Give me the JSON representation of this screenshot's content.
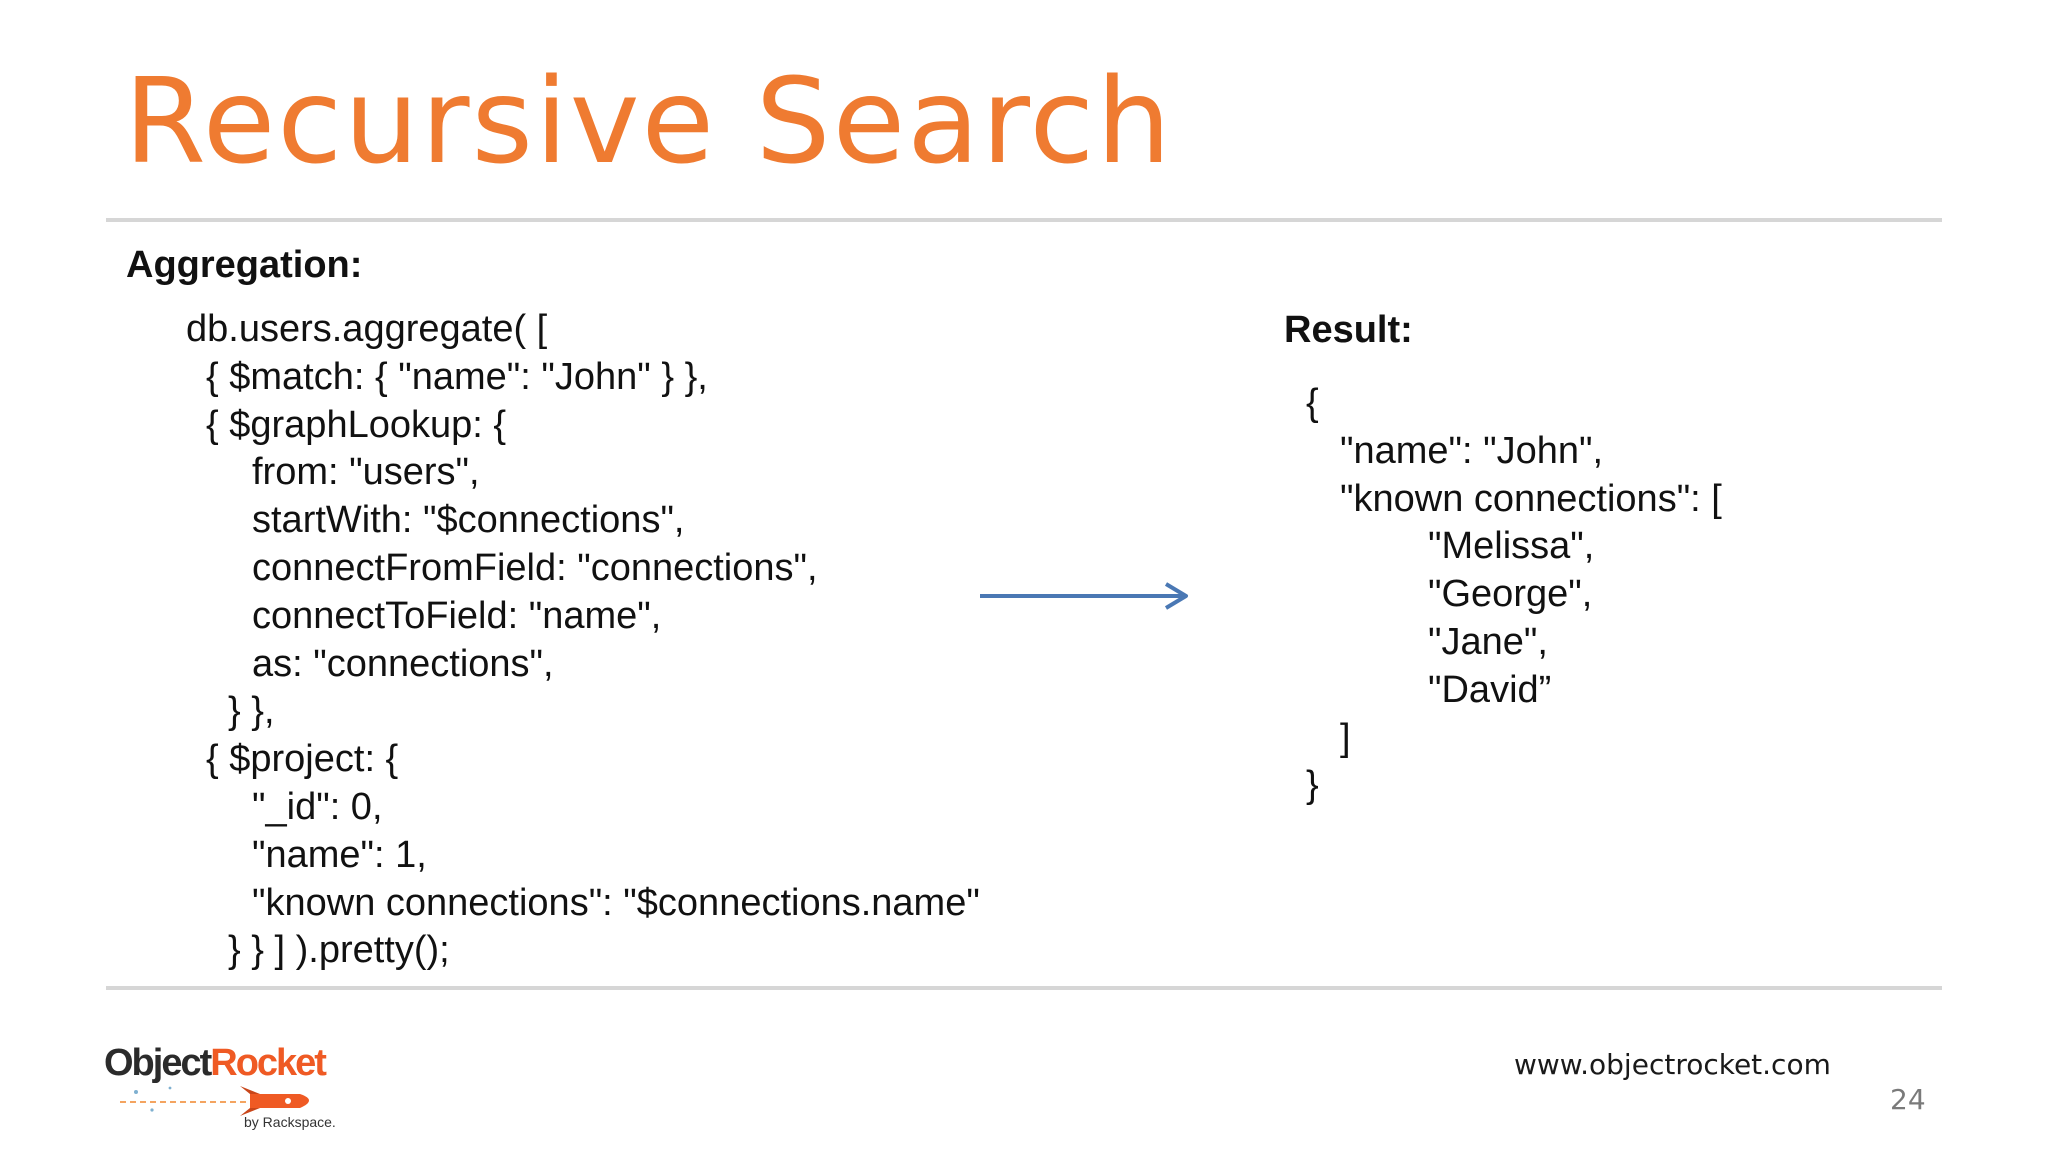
{
  "slide": {
    "title": "Recursive Search",
    "aggregation_heading": "Aggregation:",
    "result_heading": "Result:",
    "aggregation_code": [
      "db.users.aggregate( [",
      " { $match: { \"name\": \"John\" } },",
      " { $graphLookup: {",
      "    from: \"users\",",
      "    startWith: \"$connections\",",
      "    connectFromField: \"connections\",",
      "    connectToField: \"name\",",
      "    as: \"connections\",",
      "  } },",
      " { $project: {",
      "    \"_id\": 0,",
      "    \"name\": 1,",
      "    \"known connections\": \"$connections.name\"",
      "  } } ] ).pretty();"
    ],
    "result_code": [
      "{",
      "\"name\": \"John\",",
      "\"known connections\": [",
      "\"Melissa\",",
      "\"George\",",
      "\"Jane\",",
      "\"David”",
      "]",
      "}"
    ],
    "footer_url": "www.objectrocket.com",
    "page_number": "24",
    "logo": {
      "part1": "Object",
      "part2": "Rocket",
      "byline": "by Rackspace."
    },
    "colors": {
      "title": "#ef7b31",
      "rule": "#d6d6d6",
      "arrow": "#4a78b4",
      "logo_accent": "#ef5a24"
    }
  }
}
